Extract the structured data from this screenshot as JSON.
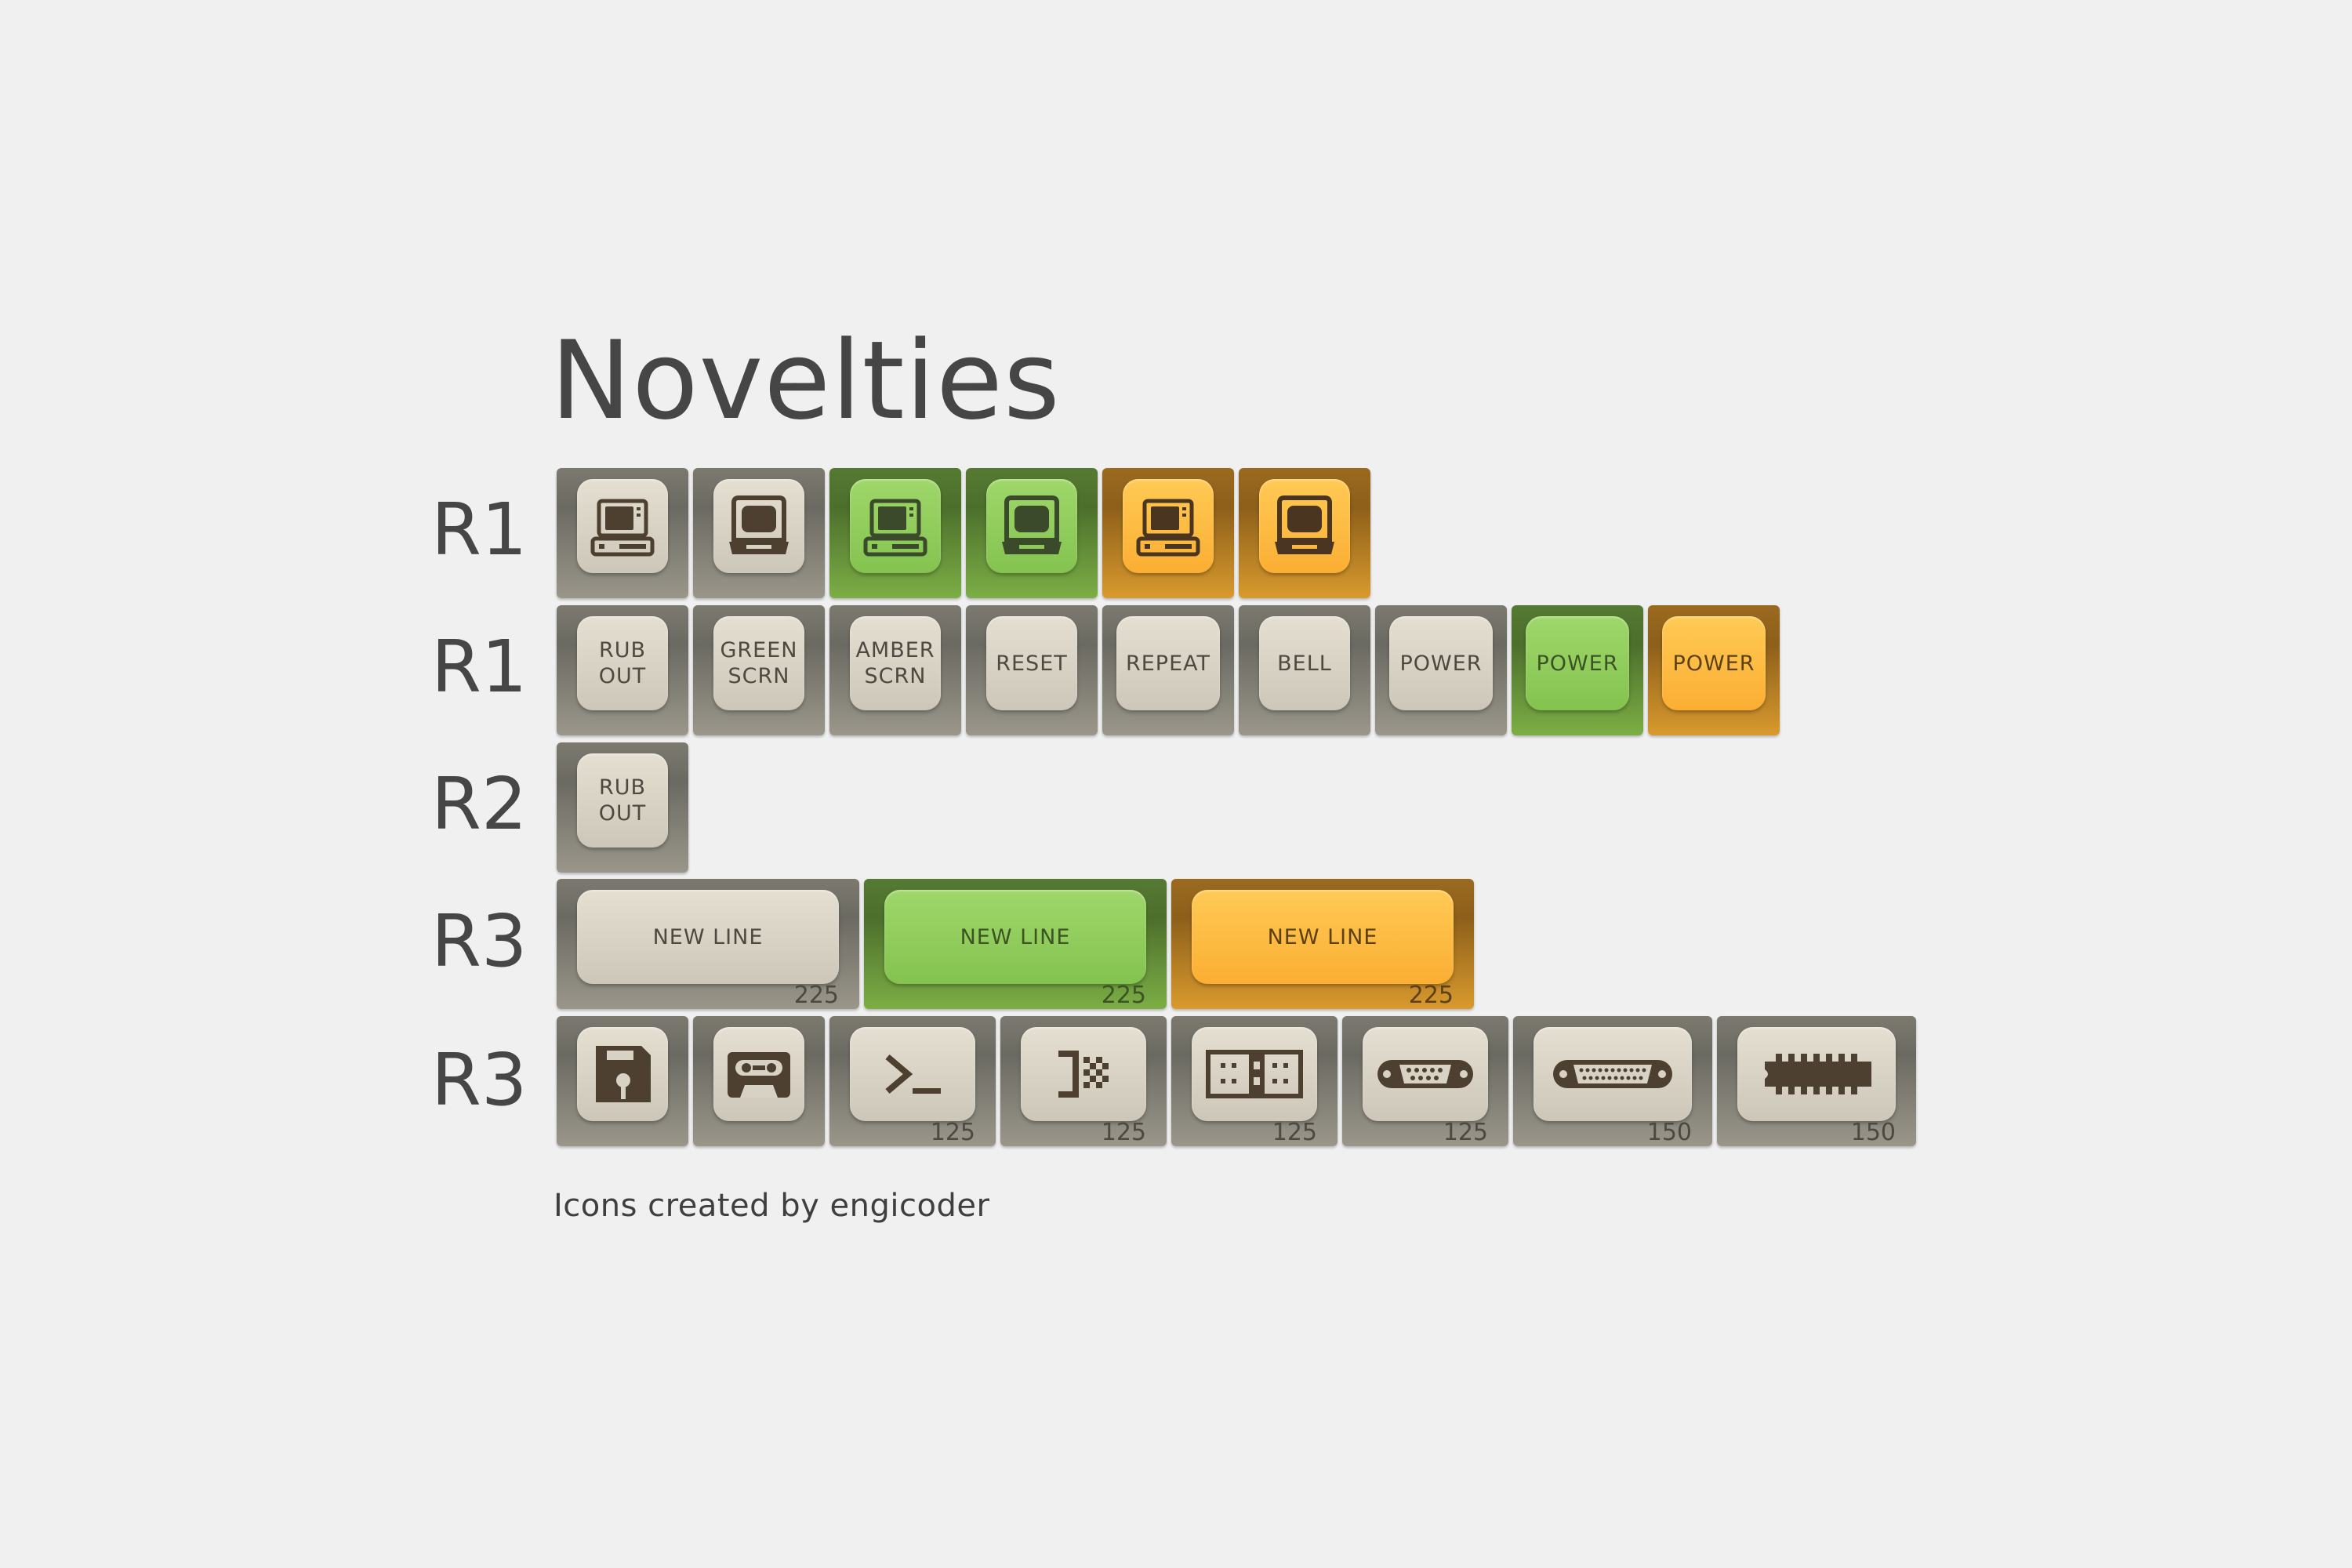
{
  "title": "Novelties",
  "credit": "Icons created by engicoder",
  "rows": {
    "r1a": "R1",
    "r1b": "R1",
    "r2": "R2",
    "r3a": "R3",
    "r3b": "R3"
  },
  "row1_icons": [
    {
      "icon": "desktop-computer-icon",
      "color": "beige"
    },
    {
      "icon": "crt-terminal-icon",
      "color": "beige"
    },
    {
      "icon": "desktop-computer-icon",
      "color": "green"
    },
    {
      "icon": "crt-terminal-icon",
      "color": "green"
    },
    {
      "icon": "desktop-computer-icon",
      "color": "amber"
    },
    {
      "icon": "crt-terminal-icon",
      "color": "amber"
    }
  ],
  "row1_text": [
    {
      "legend": "RUB\nOUT",
      "color": "beige"
    },
    {
      "legend": "GREEN\nSCRN",
      "color": "beige"
    },
    {
      "legend": "AMBER\nSCRN",
      "color": "beige"
    },
    {
      "legend": "RESET",
      "color": "beige"
    },
    {
      "legend": "REPEAT",
      "color": "beige"
    },
    {
      "legend": "BELL",
      "color": "beige"
    },
    {
      "legend": "POWER",
      "color": "beige"
    },
    {
      "legend": "POWER",
      "color": "green"
    },
    {
      "legend": "POWER",
      "color": "amber"
    }
  ],
  "row2": [
    {
      "legend": "RUB\nOUT",
      "color": "beige"
    }
  ],
  "row3_newline": [
    {
      "legend": "NEW LINE",
      "size": "225",
      "color": "beige"
    },
    {
      "legend": "NEW LINE",
      "size": "225",
      "color": "green"
    },
    {
      "legend": "NEW LINE",
      "size": "225",
      "color": "amber"
    }
  ],
  "row3_icons": [
    {
      "icon": "floppy-disk-icon",
      "size": ""
    },
    {
      "icon": "cassette-tape-icon",
      "size": ""
    },
    {
      "icon": "terminal-prompt-icon",
      "size": "125"
    },
    {
      "icon": "bracket-checker-icon",
      "size": "125"
    },
    {
      "icon": "serial-port-icon",
      "size": "125"
    },
    {
      "icon": "db9-connector-icon",
      "size": "125"
    },
    {
      "icon": "db25-connector-icon",
      "size": "150"
    },
    {
      "icon": "ic-chip-icon",
      "size": "150"
    }
  ],
  "colors": {
    "beige": "#d8d2c5",
    "green": "#8dc95a",
    "amber": "#fcb73e",
    "background": "#f0f0f0",
    "legend_brown": "#4e4030"
  }
}
